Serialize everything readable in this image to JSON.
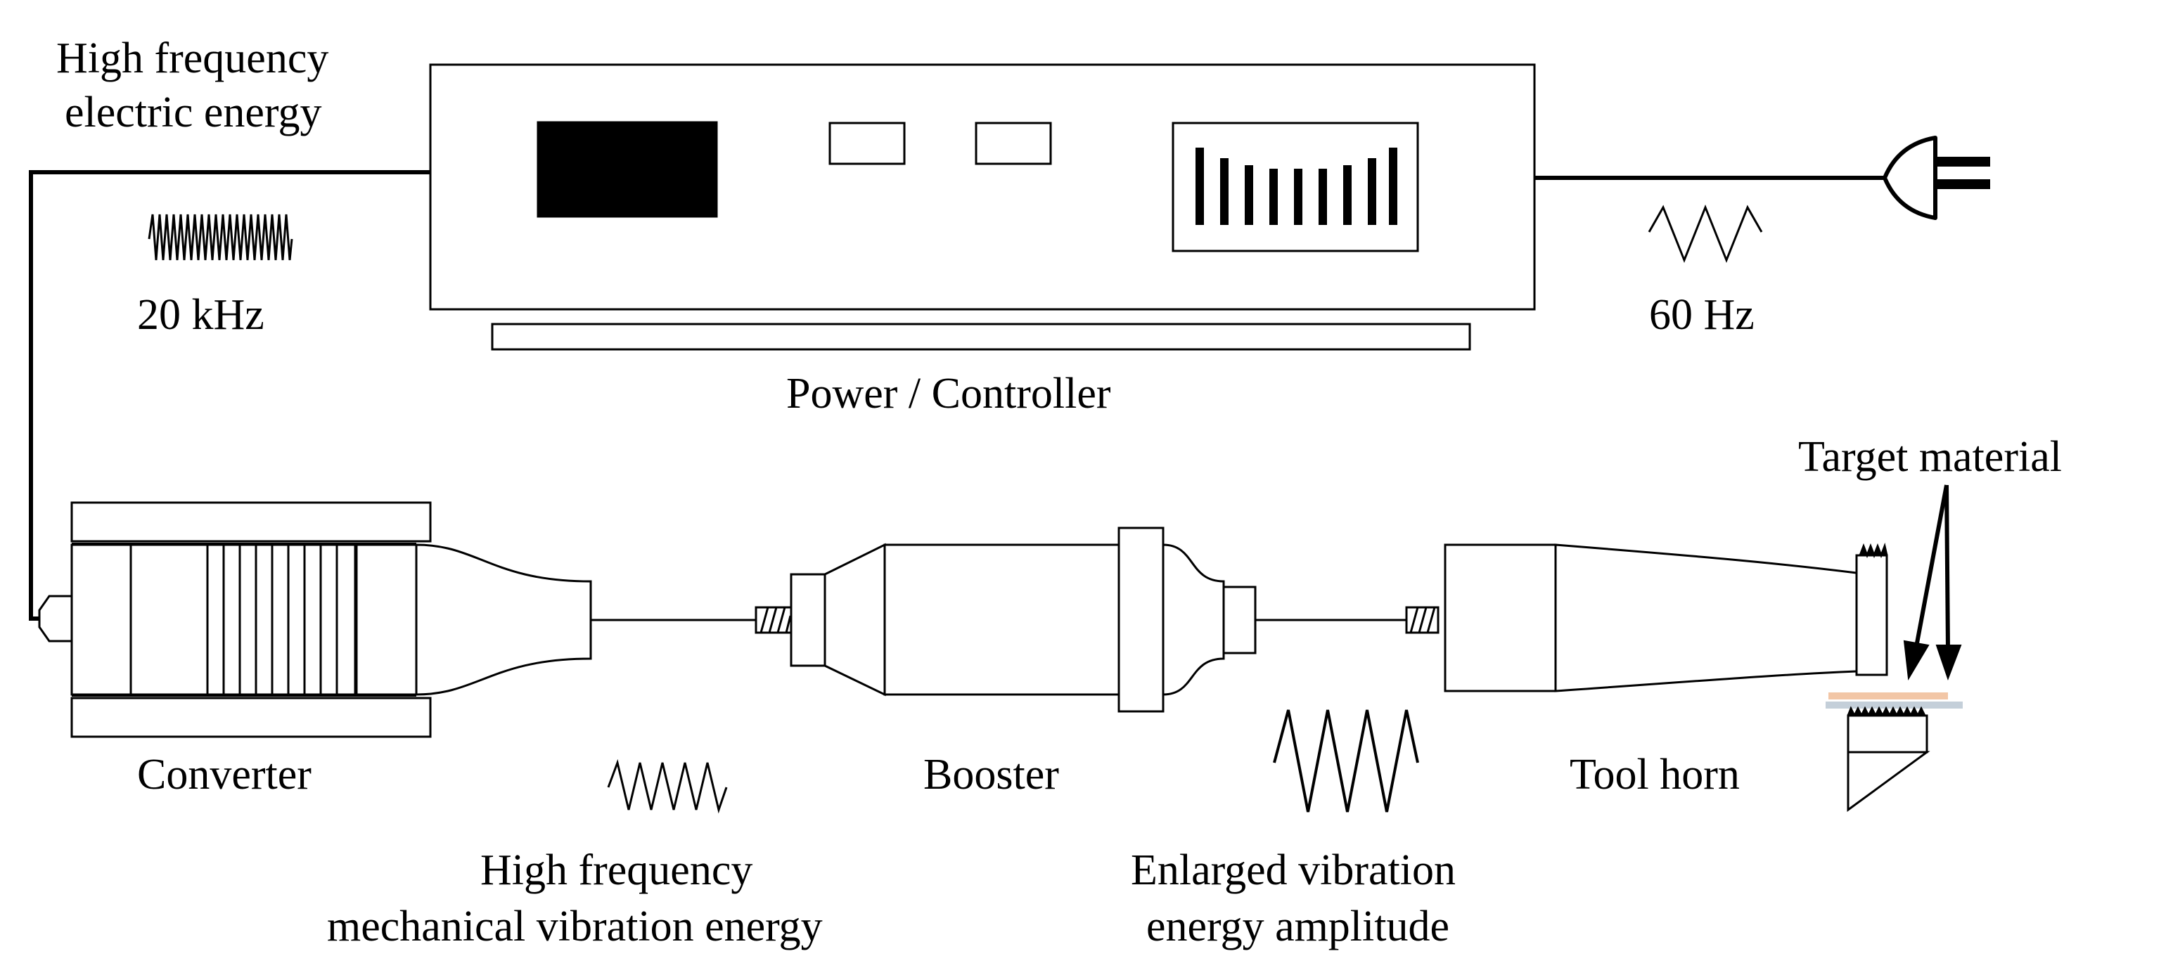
{
  "labels": {
    "electric_energy_line1": "High frequency",
    "electric_energy_line2": "electric energy",
    "freq_high": "20 kHz",
    "freq_mains": "60 Hz",
    "power_controller": "Power / Controller",
    "target_material": "Target material",
    "converter": "Converter",
    "booster": "Booster",
    "tool_horn": "Tool horn",
    "mech_vibration_line1": "High frequency",
    "mech_vibration_line2": "mechanical vibration energy",
    "enlarged_line1": "Enlarged vibration",
    "enlarged_line2": "energy amplitude"
  },
  "colors": {
    "line": "#000000",
    "target_layer_top": "#f2c6a6",
    "target_layer_bottom": "#c4cfd9"
  }
}
